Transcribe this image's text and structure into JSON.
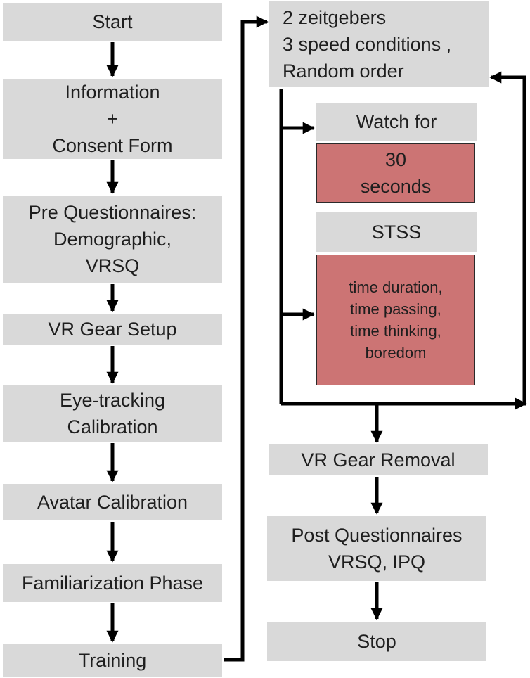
{
  "left_column": [
    {
      "id": "start",
      "label": "Start"
    },
    {
      "id": "information",
      "label": "Information\n+\nConsent Form"
    },
    {
      "id": "pre-questionnaires",
      "label": "Pre Questionnaires:\nDemographic,\nVRSQ"
    },
    {
      "id": "vr-gear-setup",
      "label": "VR Gear Setup"
    },
    {
      "id": "eye-tracking",
      "label": "Eye-tracking\nCalibration"
    },
    {
      "id": "avatar-calibration",
      "label": "Avatar Calibration"
    },
    {
      "id": "familiarization",
      "label": "Familiarization Phase"
    },
    {
      "id": "training",
      "label": "Training"
    }
  ],
  "loop": {
    "header": "2 zeitgebers\n3 speed conditions ,\nRandom order",
    "watch_label": "Watch for",
    "watch_duration": "30\nseconds",
    "stss_label": "STSS",
    "stss_items": "time duration,\ntime passing,\ntime thinking,\nboredom"
  },
  "right_column": [
    {
      "id": "vr-gear-removal",
      "label": "VR Gear Removal"
    },
    {
      "id": "post-questionnaires",
      "label": "Post Questionnaires\nVRSQ, IPQ"
    },
    {
      "id": "stop",
      "label": "Stop"
    }
  ],
  "colors": {
    "box": "#d9d9d9",
    "highlight": "#cc7474",
    "line": "#000000"
  }
}
